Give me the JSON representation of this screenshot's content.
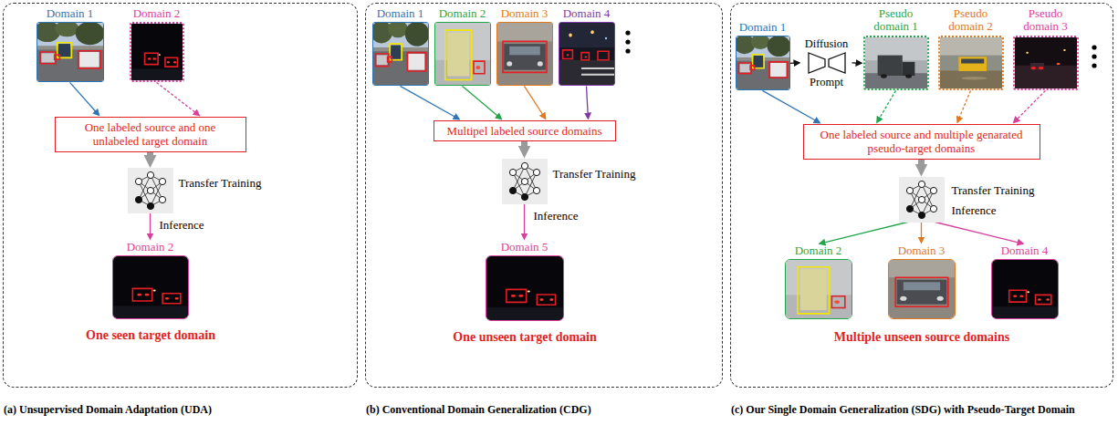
{
  "diagram": {
    "nodes": [
      {
        "text": [
          "(a) Unsupervised Domain Adaptation (UDA)"
        ]
      },
      {
        "text": [
          "Domain 1"
        ],
        "in": 0
      },
      {
        "text": [
          "Domain 2"
        ],
        "in": 0
      },
      {
        "text": [
          "One labeled source and one unlabeled target domain"
        ],
        "in": 0
      },
      {
        "text": [
          "Transfer Training",
          "Inference"
        ],
        "in": 0
      },
      {
        "text": [
          "Domain 2"
        ],
        "in": 0
      },
      {
        "text": [
          "(b) Conventional Domain Generalization (CDG)"
        ]
      },
      {
        "text": [
          "Domain 1"
        ],
        "in": 6
      },
      {
        "text": [
          "Domain 2"
        ],
        "in": 6
      },
      {
        "text": [
          "Domain 3"
        ],
        "in": 6
      },
      {
        "text": [
          "Domain 4"
        ],
        "in": 6
      },
      {
        "text": [
          "Multipel labeled source domains"
        ],
        "in": 6
      },
      {
        "text": [
          "Transfer Training",
          "Inference"
        ],
        "in": 6
      },
      {
        "text": [
          "Domain 5"
        ],
        "in": 6
      },
      {
        "text": [
          "(c) Our Single Domain Generalization (SDG) with Pseudo-Target Domain"
        ]
      },
      {
        "text": [
          "Domain 1"
        ],
        "in": 14
      },
      {
        "text": [
          "Diffusion",
          "Prompt"
        ],
        "in": 14
      },
      {
        "text": [
          "Pseudo domain 1"
        ],
        "in": 14
      },
      {
        "text": [
          "Pseudo domain 2"
        ],
        "in": 14
      },
      {
        "text": [
          "Pseudo domain 3"
        ],
        "in": 14
      },
      {
        "text": [
          "One labeled source and multiple genarated pseudo-target domains"
        ],
        "in": 14
      },
      {
        "text": [
          "Transfer Training",
          "Inference"
        ],
        "in": 14
      },
      {
        "text": [
          "Domain 2"
        ],
        "in": 14
      },
      {
        "text": [
          "Domain 3"
        ],
        "in": 14
      },
      {
        "text": [
          "Domain 4"
        ],
        "in": 14
      }
    ],
    "edges": [
      {
        "from": 1,
        "to": 3,
        "arrow": "to"
      },
      {
        "from": 2,
        "to": 3,
        "arrow": "to"
      },
      {
        "from": 3,
        "to": 4,
        "arrow": "to"
      },
      {
        "from": 4,
        "to": 5,
        "arrow": "to"
      },
      {
        "from": 7,
        "to": 11,
        "arrow": "to"
      },
      {
        "from": 8,
        "to": 11,
        "arrow": "to"
      },
      {
        "from": 9,
        "to": 11,
        "arrow": "to"
      },
      {
        "from": 10,
        "to": 11,
        "arrow": "to"
      },
      {
        "from": 11,
        "to": 12,
        "arrow": "to"
      },
      {
        "from": 12,
        "to": 13,
        "arrow": "to"
      },
      {
        "from": 15,
        "to": 16,
        "arrow": "to"
      },
      {
        "from": 16,
        "to": 17,
        "arrow": "to"
      },
      {
        "from": 15,
        "to": 20,
        "arrow": "to"
      },
      {
        "from": 17,
        "to": 20,
        "arrow": "to"
      },
      {
        "from": 18,
        "to": 20,
        "arrow": "to"
      },
      {
        "from": 19,
        "to": 20,
        "arrow": "to"
      },
      {
        "from": 20,
        "to": 21,
        "arrow": "to"
      },
      {
        "from": 21,
        "to": 22,
        "arrow": "to"
      },
      {
        "from": 21,
        "to": 23,
        "arrow": "to"
      },
      {
        "from": 21,
        "to": 24,
        "arrow": "to"
      }
    ],
    "labels": [
      "One seen target domain",
      "One unseen target domain",
      "Multiple unseen source domains"
    ]
  }
}
